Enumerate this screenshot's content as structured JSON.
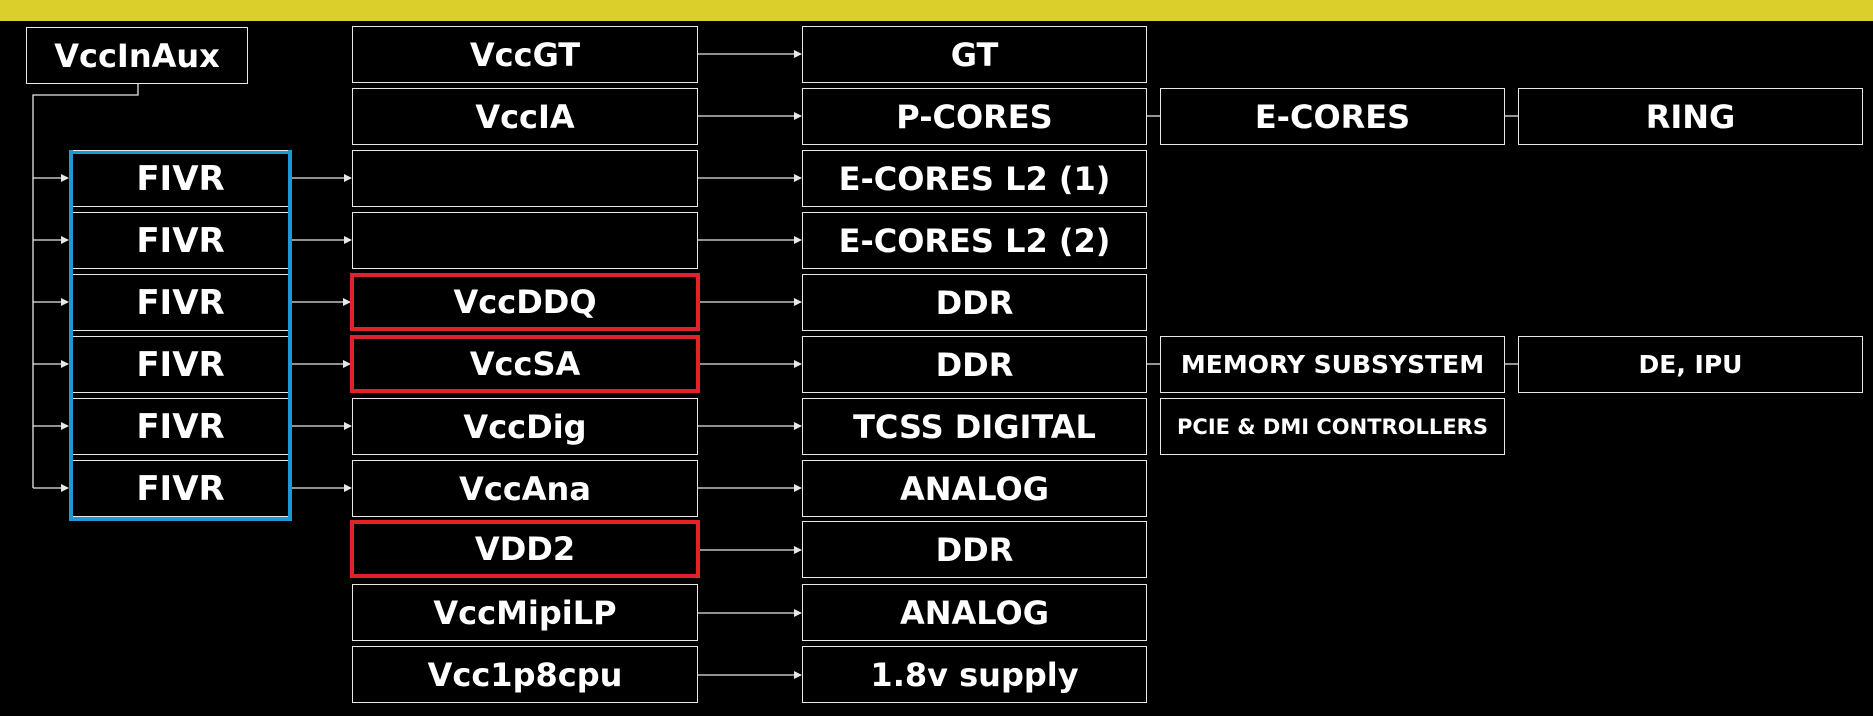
{
  "header": {
    "color": "#dbcf2c"
  },
  "source": {
    "label": "VccInAux"
  },
  "fivr": {
    "label": "FIVR",
    "count": 6,
    "frame_color": "#1b98da"
  },
  "rails": {
    "vccgt": "VccGT",
    "vccia": "VccIA",
    "vccddq": "VccDDQ",
    "vccsa": "VccSA",
    "vccdig": "VccDig",
    "vccana": "VccAna",
    "vdd2": "VDD2",
    "vccmipilp": "VccMipiLP",
    "vcc1p8cpu": "Vcc1p8cpu"
  },
  "loads": {
    "gt": "GT",
    "p_cores": "P-CORES",
    "e_cores_l2_1": "E-CORES L2 (1)",
    "e_cores_l2_2": "E-CORES L2 (2)",
    "ddr_1": "DDR",
    "ddr_2": "DDR",
    "tcss_digital": "TCSS DIGITAL",
    "analog_1": "ANALOG",
    "ddr_3": "DDR",
    "analog_2": "ANALOG",
    "supply_1p8": "1.8v supply"
  },
  "extras": {
    "e_cores": "E-CORES",
    "ring": "RING",
    "memory_subsystem": "MEMORY SUBSYSTEM",
    "de_ipu": "DE, IPU",
    "pcie_dmi": "PCIE & DMI CONTROLLERS"
  },
  "highlight_color": "#e0232b"
}
